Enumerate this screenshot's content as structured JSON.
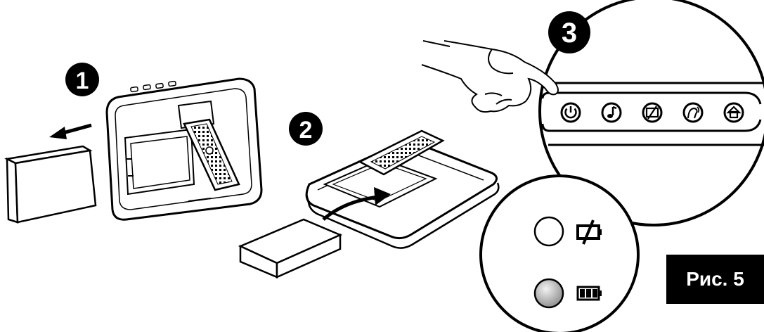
{
  "figure": {
    "label": "Рис. 5"
  },
  "steps": [
    {
      "number": "1"
    },
    {
      "number": "2"
    },
    {
      "number": "3"
    }
  ],
  "control_panel": {
    "buttons": [
      {
        "icon": "power-icon"
      },
      {
        "icon": "music-icon"
      },
      {
        "icon": "slideshow-icon"
      },
      {
        "icon": "voice-icon"
      },
      {
        "icon": "home-icon"
      }
    ]
  },
  "indicator_legend": [
    {
      "led_state": "off",
      "icon": "battery-empty-icon"
    },
    {
      "led_state": "on",
      "icon": "battery-full-icon"
    }
  ],
  "colors": {
    "ink": "#000000",
    "background": "#ffffff",
    "led_on": "#9a9a9a"
  }
}
